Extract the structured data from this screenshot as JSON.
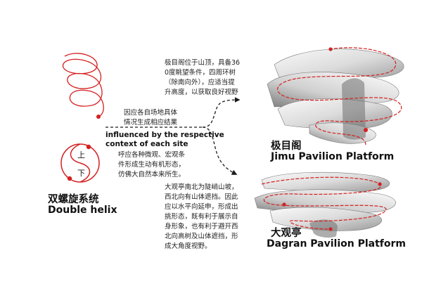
{
  "left": {
    "helix_label_top": "上",
    "helix_label_bottom": "下",
    "system_cn": "双螺旋系统",
    "system_en": "Double helix"
  },
  "middle": {
    "cn_top": "因应各自场地具体\n情况生成相应结果",
    "en_text": "influenced by the respective\ncontext of each site",
    "cn_bottom": "呼应各种微观、宏观条\n件形成生动有机形态，\n仿佛大自然本来所生。"
  },
  "jimu": {
    "description": "极目阁位于山顶，具备36\n0度眺望条件，四周环树\n（除南向外），应适当提\n升高度，以获取良好视野",
    "name_cn": "极目阁",
    "name_en": "Jimu Pavilion Platform"
  },
  "dagran": {
    "description": "大观亭南北为陡峭山坡，\n西北向有山体遮挡。因此\n应以水平向延申，形成出\n挑形态，既有利于展示自\n身形象，也有利于避开西\n北向高树及山体遮挡，形\n成大角度视野。",
    "name_cn": "大观亭",
    "name_en": "Dagran Pavilion Platform"
  },
  "colors": {
    "accent_red": "#d42020",
    "arrow": "#1a1a1a",
    "shell_light": "#f2f2f2",
    "shell_dark": "#8a8a8a"
  }
}
